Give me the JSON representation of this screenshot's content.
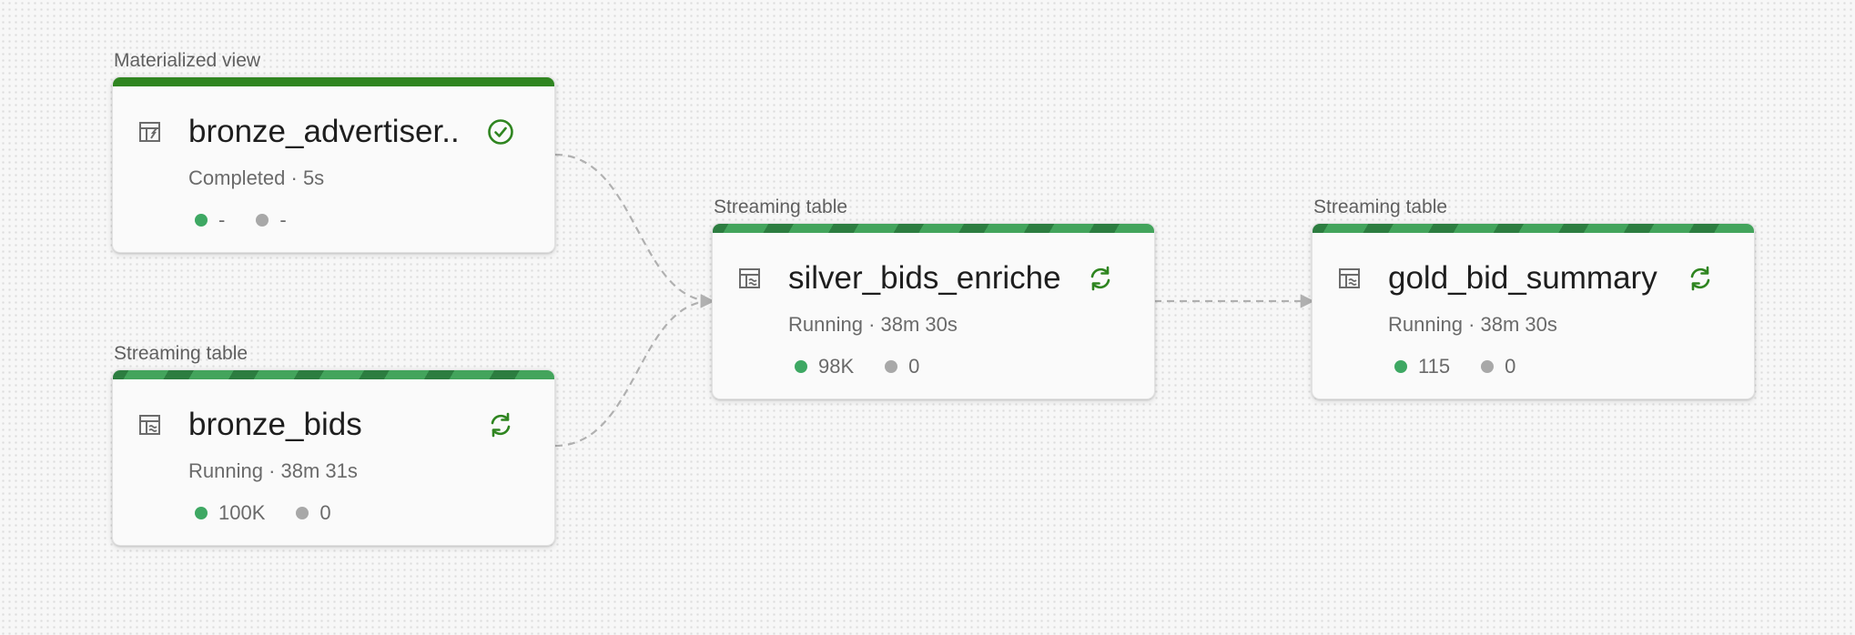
{
  "colors": {
    "success_green": "#2f8520",
    "running_green": "#43a45c",
    "dark_stripe": "#2c7d40",
    "metric_green": "#3ea863",
    "metric_gray": "#a8a8a8",
    "edge": "#b0b0b0"
  },
  "nodes": [
    {
      "type_label": "Materialized view",
      "title": "bronze_advertiser...",
      "status_text": "Completed · 5s",
      "status_icon": "check-circle-icon",
      "metric_a": "-",
      "metric_b": "-"
    },
    {
      "type_label": "Streaming table",
      "title": "bronze_bids",
      "status_text": "Running · 38m 31s",
      "status_icon": "refresh-icon",
      "metric_a": "100K",
      "metric_b": "0"
    },
    {
      "type_label": "Streaming table",
      "title": "silver_bids_enriched",
      "status_text": "Running · 38m 30s",
      "status_icon": "refresh-icon",
      "metric_a": "98K",
      "metric_b": "0"
    },
    {
      "type_label": "Streaming table",
      "title": "gold_bid_summary",
      "status_text": "Running · 38m 30s",
      "status_icon": "refresh-icon",
      "metric_a": "115",
      "metric_b": "0"
    }
  ]
}
